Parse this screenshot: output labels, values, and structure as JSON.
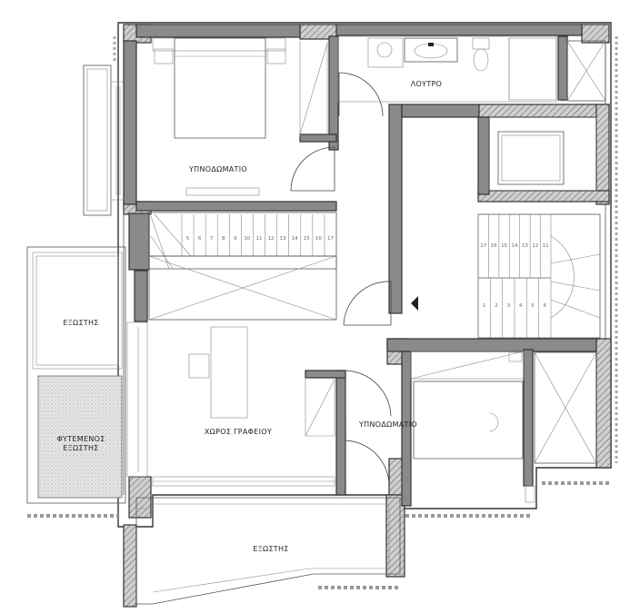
{
  "labels": {
    "bedroom_top": "ΥΠΝΟΔΩΜΑΤΙΟ",
    "bathroom": "ΛΟΥΤΡΟ",
    "veranda_left": "ΕΞΩΣΤΗΣ",
    "planted_veranda_line1": "ΦΥΤΕΜΕΝΟΣ",
    "planted_veranda_line2": "ΕΞΩΣΤΗΣ",
    "office": "ΧΩΡΟΣ ΓΡΑΦΕΙΟΥ",
    "bedroom_bottom": "ΥΠΝΟΔΩΜΑΤΙΟ",
    "veranda_bottom": "ΕΞΩΣΤΗΣ"
  },
  "stairs": {
    "left_steps": [
      "5",
      "6",
      "7",
      "8",
      "9",
      "10",
      "11",
      "12",
      "13",
      "14",
      "15",
      "16",
      "17"
    ],
    "right_top_steps": [
      "17",
      "16",
      "15",
      "14",
      "13",
      "12",
      "11"
    ],
    "right_bottom_steps": [
      "1",
      "2",
      "3",
      "4",
      "5",
      "6"
    ]
  },
  "colors": {
    "wall_fill": "#8a8a8a",
    "line": "#333333",
    "background": "#ffffff"
  }
}
